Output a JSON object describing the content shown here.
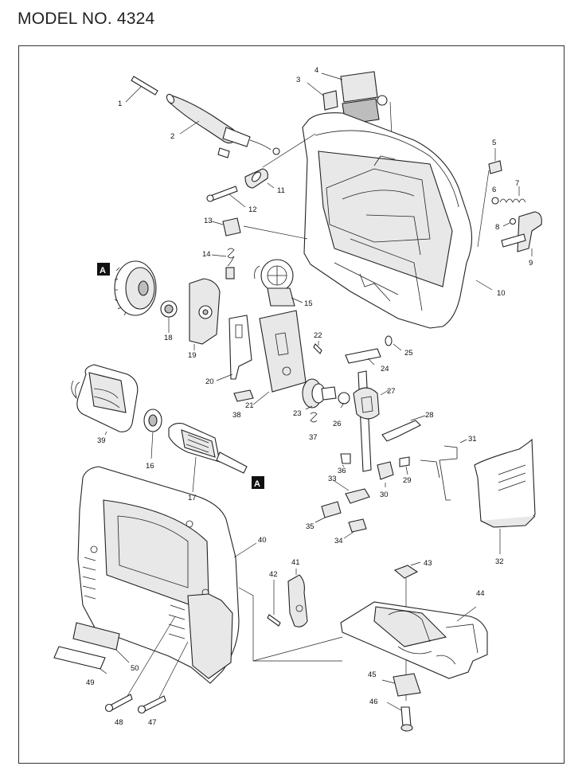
{
  "title": "MODEL NO. 4324",
  "reference_marker": "A",
  "callouts": [
    "1",
    "2",
    "3",
    "4",
    "5",
    "6",
    "7",
    "8",
    "9",
    "10",
    "11",
    "12",
    "13",
    "14",
    "15",
    "16",
    "17",
    "18",
    "19",
    "20",
    "21",
    "22",
    "23",
    "24",
    "25",
    "26",
    "27",
    "28",
    "29",
    "30",
    "31",
    "32",
    "33",
    "34",
    "35",
    "36",
    "37",
    "38",
    "39",
    "40",
    "41",
    "42",
    "43",
    "44",
    "45",
    "46",
    "47",
    "48",
    "49",
    "50"
  ]
}
